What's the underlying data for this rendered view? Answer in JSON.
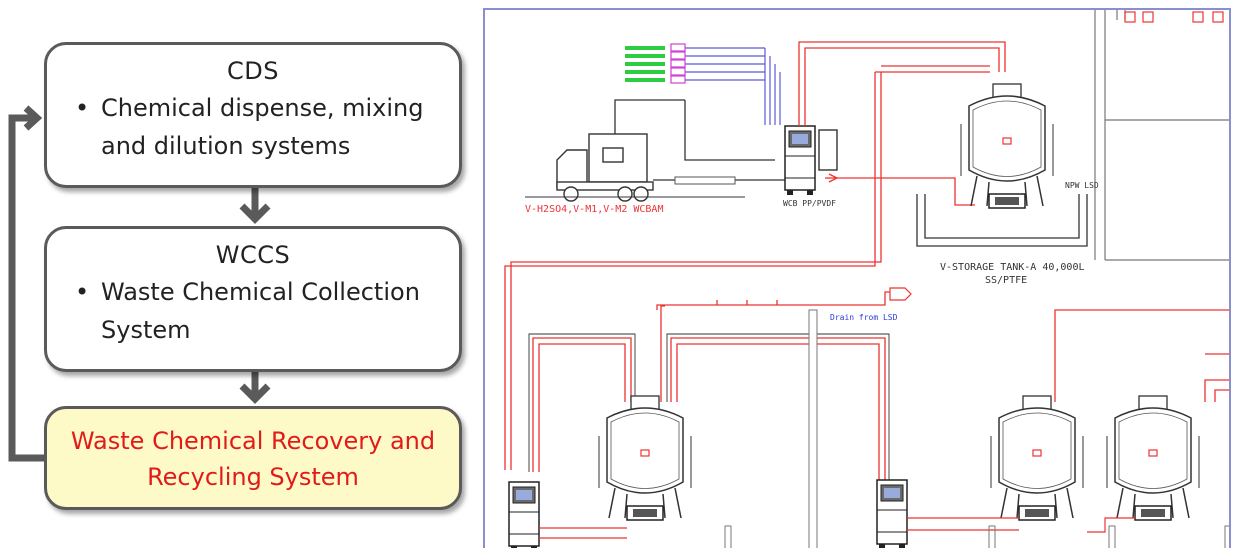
{
  "flow": {
    "cds": {
      "title": "CDS",
      "bullet": "Chemical dispense,  mixing and dilution systems"
    },
    "wccs": {
      "title": "WCCS",
      "bullet": "Waste Chemical Collection System"
    },
    "recovery": {
      "line1": "Waste Chemical Recovery and",
      "line2": "Recycling System"
    }
  },
  "drawing": {
    "label_truck": "V-H2SO4,V-M1,V-M2  WCBAM",
    "label_wcb": "WCB PP/PVDF",
    "label_tank_1": "V-STORAGE TANK-A 40,000L",
    "label_tank_2": "SS/PTFE",
    "label_npw": "NPW LSD",
    "label_drain": "Drain from LSD"
  },
  "colors": {
    "box_border": "#5a5a5a",
    "highlight_fill": "#fdfac8",
    "highlight_text": "#e11b1b",
    "pipe_red": "#e33333",
    "pipe_gray": "#333333"
  }
}
